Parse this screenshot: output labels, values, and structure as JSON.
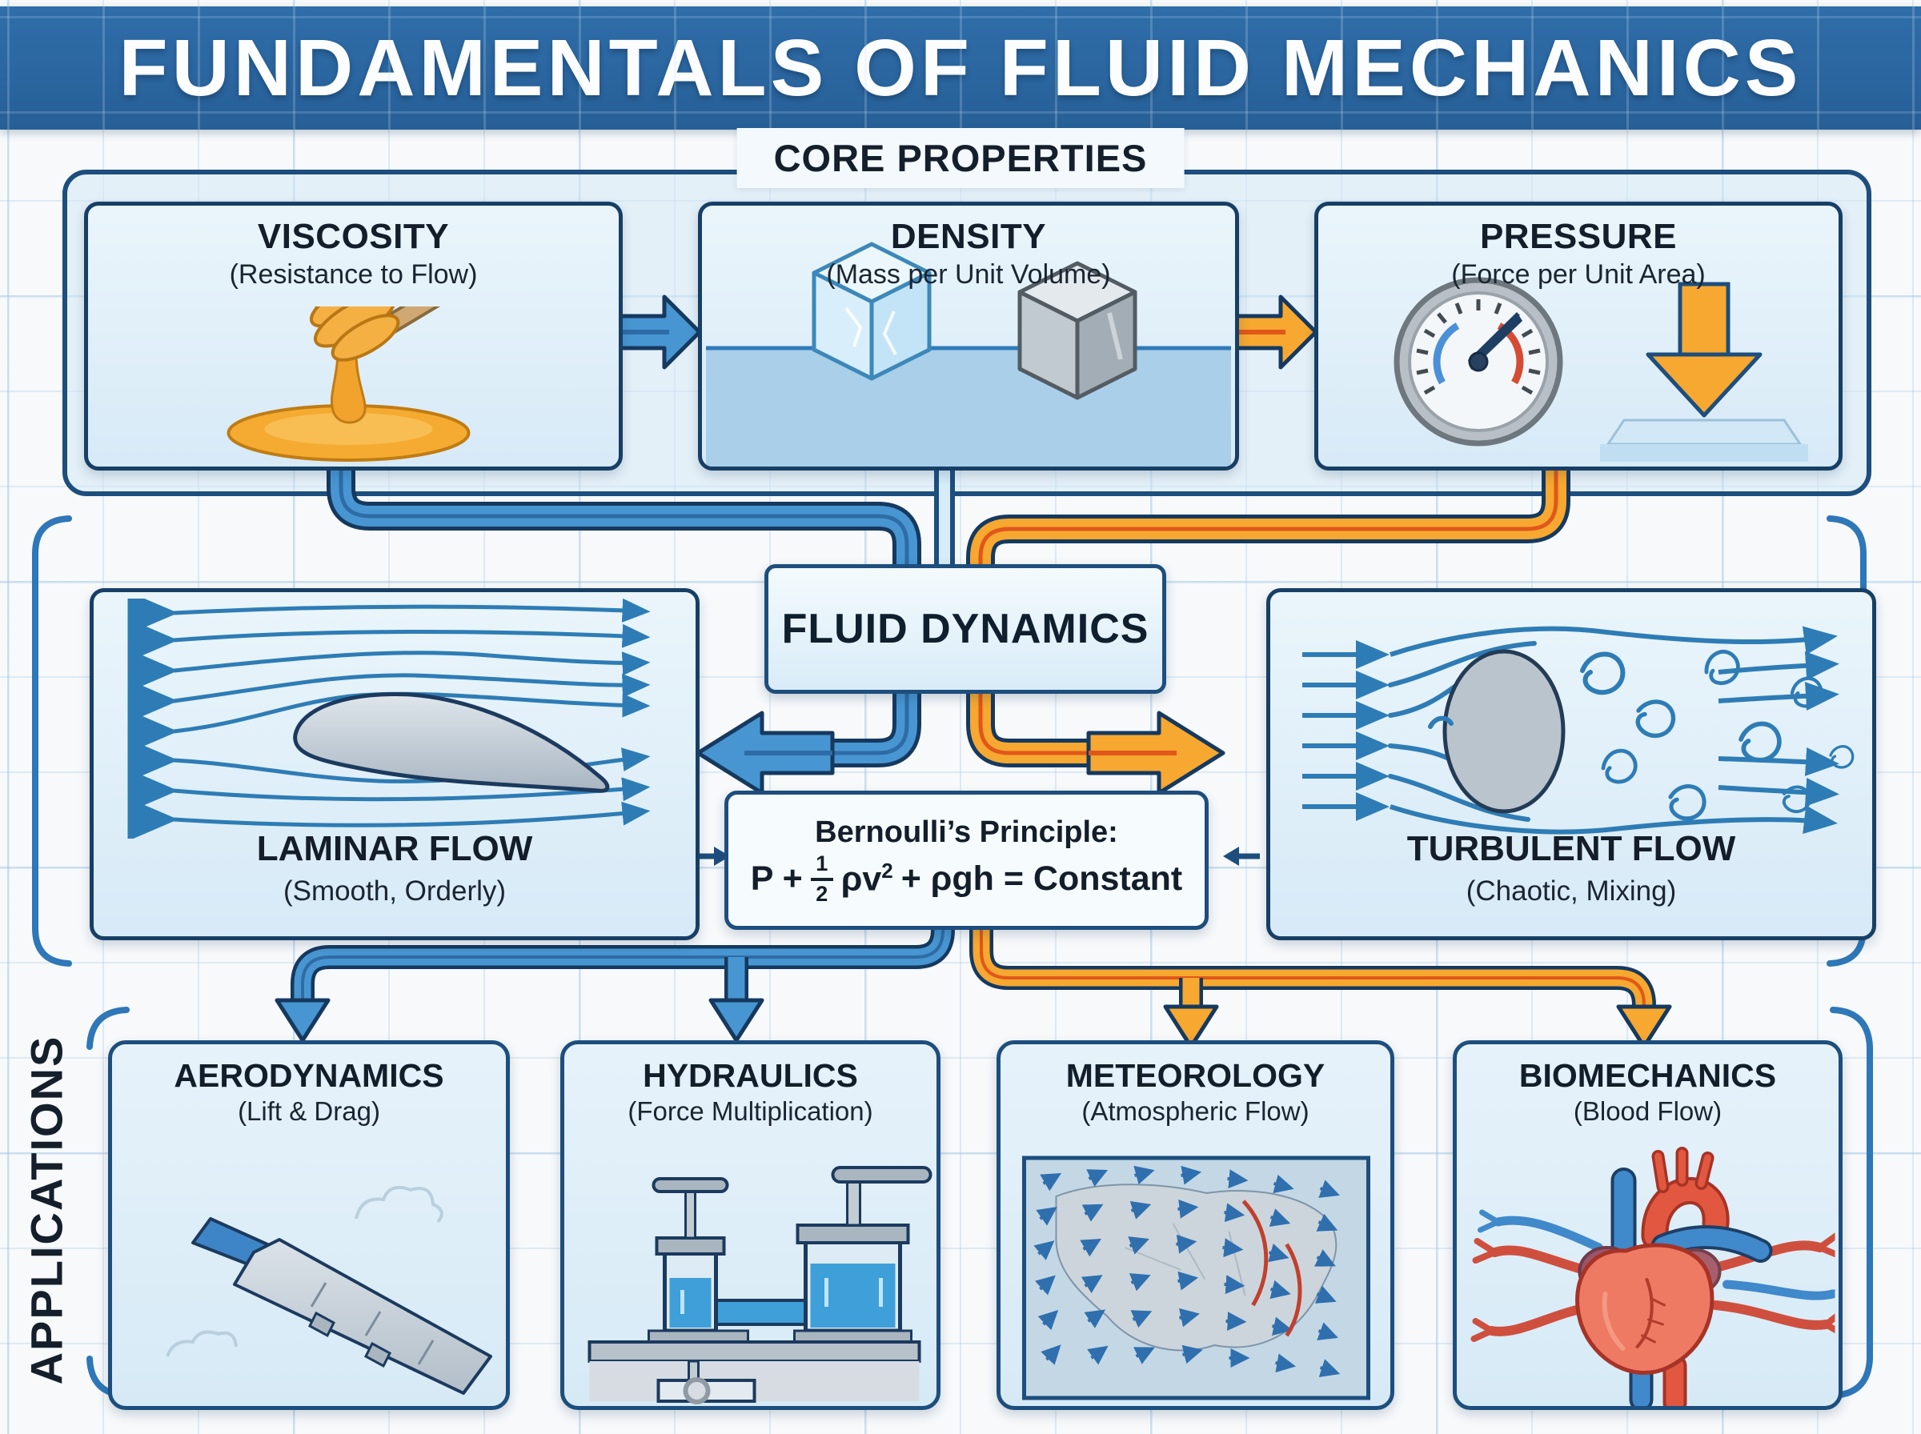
{
  "title": "FUNDAMENTALS OF FLUID MECHANICS",
  "core": {
    "label": "CORE PROPERTIES",
    "cards": [
      {
        "title": "VISCOSITY",
        "subtitle": "(Resistance to Flow)",
        "icon": "honey-dipper-icon"
      },
      {
        "title": "DENSITY",
        "subtitle": "(Mass per Unit Volume)",
        "icon": "floating-cubes-icon"
      },
      {
        "title": "PRESSURE",
        "subtitle": "(Force per Unit Area)",
        "icon": "pressure-gauge-icon"
      }
    ]
  },
  "dynamics": {
    "label": "FLUID DYNAMICS",
    "laminar": {
      "title": "LAMINAR FLOW",
      "subtitle": "(Smooth, Orderly)",
      "icon": "airfoil-streamlines-icon"
    },
    "turbulent": {
      "title": "TURBULENT FLOW",
      "subtitle": "(Chaotic, Mixing)",
      "icon": "cylinder-vortex-icon"
    },
    "bernoulli": {
      "heading": "Bernoulli’s Principle:",
      "eq_pre": "P +",
      "frac_num": "1",
      "frac_den": "2",
      "eq_mid": "ρv",
      "eq_sup": "2",
      "eq_post": "+ ρgh = Constant"
    }
  },
  "applications": {
    "label": "APPLICATIONS",
    "cards": [
      {
        "title": "AERODYNAMICS",
        "subtitle": "(Lift & Drag)",
        "icon": "airplane-wing-icon"
      },
      {
        "title": "HYDRAULICS",
        "subtitle": "(Force Multiplication)",
        "icon": "hydraulic-press-icon"
      },
      {
        "title": "METEOROLOGY",
        "subtitle": "(Atmospheric Flow)",
        "icon": "weather-map-icon"
      },
      {
        "title": "BIOMECHANICS",
        "subtitle": "(Blood Flow)",
        "icon": "heart-icon"
      }
    ]
  },
  "colors": {
    "banner_blue": "#2b66a0",
    "pipe_blue": "#4796d2",
    "pipe_blue_core": "#2f6ba6",
    "pipe_orange": "#f6a830",
    "pipe_orange_core": "#e0571a",
    "outline_navy": "#16395f",
    "card_fill": "#ddeef8",
    "water_blue": "#a9cfe9",
    "honey_gold": "#f3a933",
    "streamline_blue": "#2e7cb5",
    "text_dark": "#15202b"
  }
}
